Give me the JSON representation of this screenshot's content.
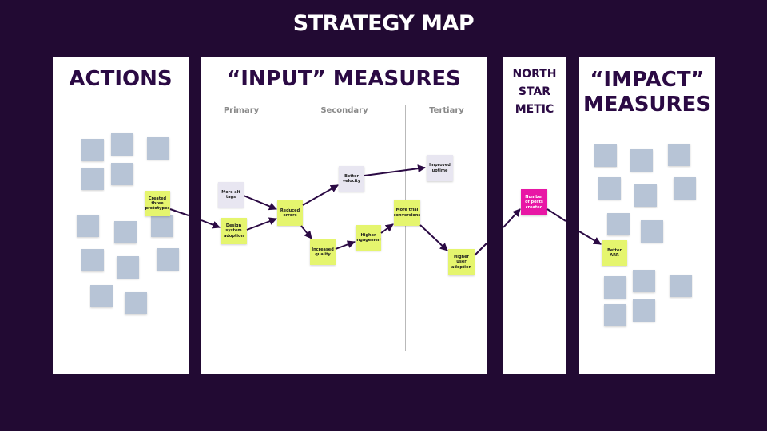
{
  "title": "STRATEGY MAP",
  "panels": {
    "actions": "ACTIONS",
    "input_measures": "“INPUT” MEASURES",
    "north_star_line1": "NORTH",
    "north_star_line2": "STAR",
    "north_star_line3": "METIC",
    "impact_line1": "“IMPACT”",
    "impact_line2": "MEASURES"
  },
  "columns": {
    "primary": "Primary",
    "secondary": "Secondary",
    "tertiary": "Tertiary"
  },
  "notes": {
    "created_prototypes": "Created three prototypes",
    "more_alt_tags": "More alt tags",
    "design_system_adoption": "Design system adoption",
    "reduced_errors": "Reduced errors",
    "better_velocity": "Better velocity",
    "increased_quality": "Increased quality",
    "higher_engagement": "Higher engagement",
    "more_trial_conversions": "More trial conversions",
    "improved_uptime": "Improved uptime",
    "higher_user_adoption": "Higher user adoption",
    "number_of_posts_created": "Number of posts created",
    "better_arr": "Better ARR"
  },
  "colors": {
    "background": "#220a33",
    "heading": "#2b0a44",
    "sticky_blue": "#b7c4d6",
    "sticky_yellow": "#e5f56e",
    "sticky_white": "#e8e6f1",
    "sticky_pink": "#e817a5",
    "arrow": "#2b0a44"
  }
}
